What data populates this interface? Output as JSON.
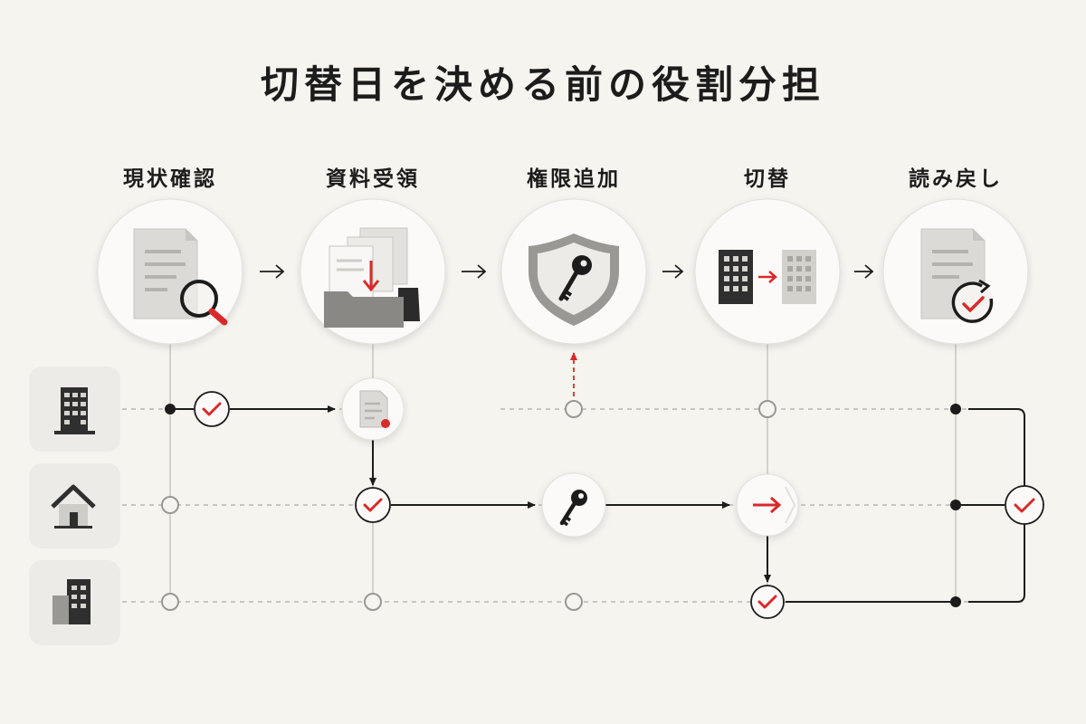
{
  "title": "切替日を決める前の役割分担",
  "steps": [
    {
      "label": "現状確認",
      "icon": "document-magnifier-icon"
    },
    {
      "label": "資料受領",
      "icon": "folder-documents-icon"
    },
    {
      "label": "権限追加",
      "icon": "shield-key-icon"
    },
    {
      "label": "切替",
      "icon": "building-transfer-icon"
    },
    {
      "label": "読み戻し",
      "icon": "document-refresh-check-icon"
    }
  ],
  "lanes": [
    {
      "icon": "office-building-icon"
    },
    {
      "icon": "house-icon"
    },
    {
      "icon": "apartment-buildings-icon"
    }
  ],
  "colors": {
    "accent": "#d92a2a",
    "ink": "#1c1c1c",
    "background": "#f6f4ef"
  }
}
